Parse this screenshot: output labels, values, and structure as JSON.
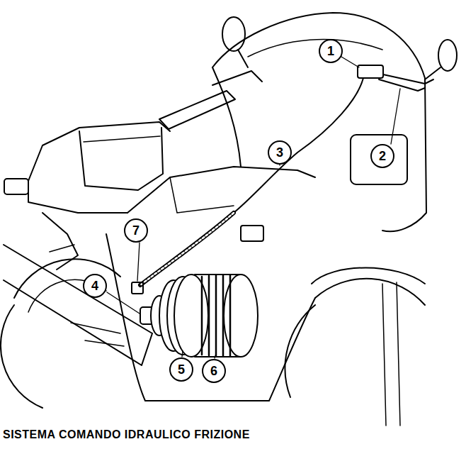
{
  "diagram": {
    "caption": "SISTEMA COMANDO IDRAULICO FRIZIONE",
    "nodes": [
      {
        "text": [
          "1"
        ]
      },
      {
        "text": [
          "2"
        ]
      },
      {
        "text": [
          "3"
        ]
      },
      {
        "text": [
          "7"
        ]
      },
      {
        "text": [
          "4"
        ]
      },
      {
        "text": [
          "5"
        ]
      },
      {
        "text": [
          "6"
        ]
      }
    ]
  }
}
